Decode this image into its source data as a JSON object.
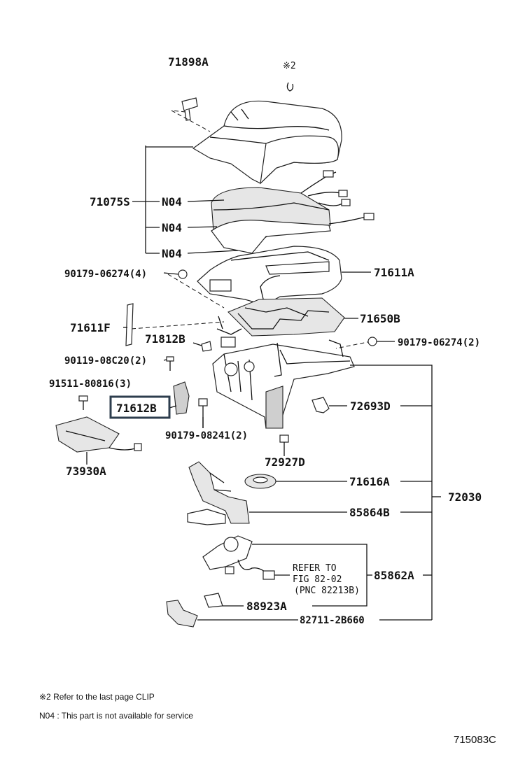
{
  "labels": {
    "p71898A": "71898A",
    "clip_mark": "※2",
    "p71075S": "71075S",
    "n04_1": "N04",
    "n04_2": "N04",
    "n04_3": "N04",
    "bolt_a": "90179-06274(4)",
    "p71611A": "71611A",
    "p71611F": "71611F",
    "p71650B": "71650B",
    "p71812B": "71812B",
    "bolt_b": "90179-06274(2)",
    "bolt_c": "90119-08C20(2)",
    "bolt_d": "91511-80816(3)",
    "p71612B": "71612B",
    "p72693D": "72693D",
    "nut_e": "90179-08241(2)",
    "p72927D": "72927D",
    "p73930A": "73930A",
    "p71616A": "71616A",
    "p72030": "72030",
    "p85864B": "85864B",
    "refer_1": "REFER TO",
    "refer_2": "FIG 82-02",
    "refer_3": "(PNC 82213B)",
    "p85862A": "85862A",
    "p88923A": "88923A",
    "p82711": "82711-2B660"
  },
  "footnotes": {
    "clip_note": "※2 Refer to the last page CLIP",
    "n04_note": "N04 : This part is not available for service"
  },
  "diagram_code": "715083C",
  "highlighted_part": "71612B"
}
